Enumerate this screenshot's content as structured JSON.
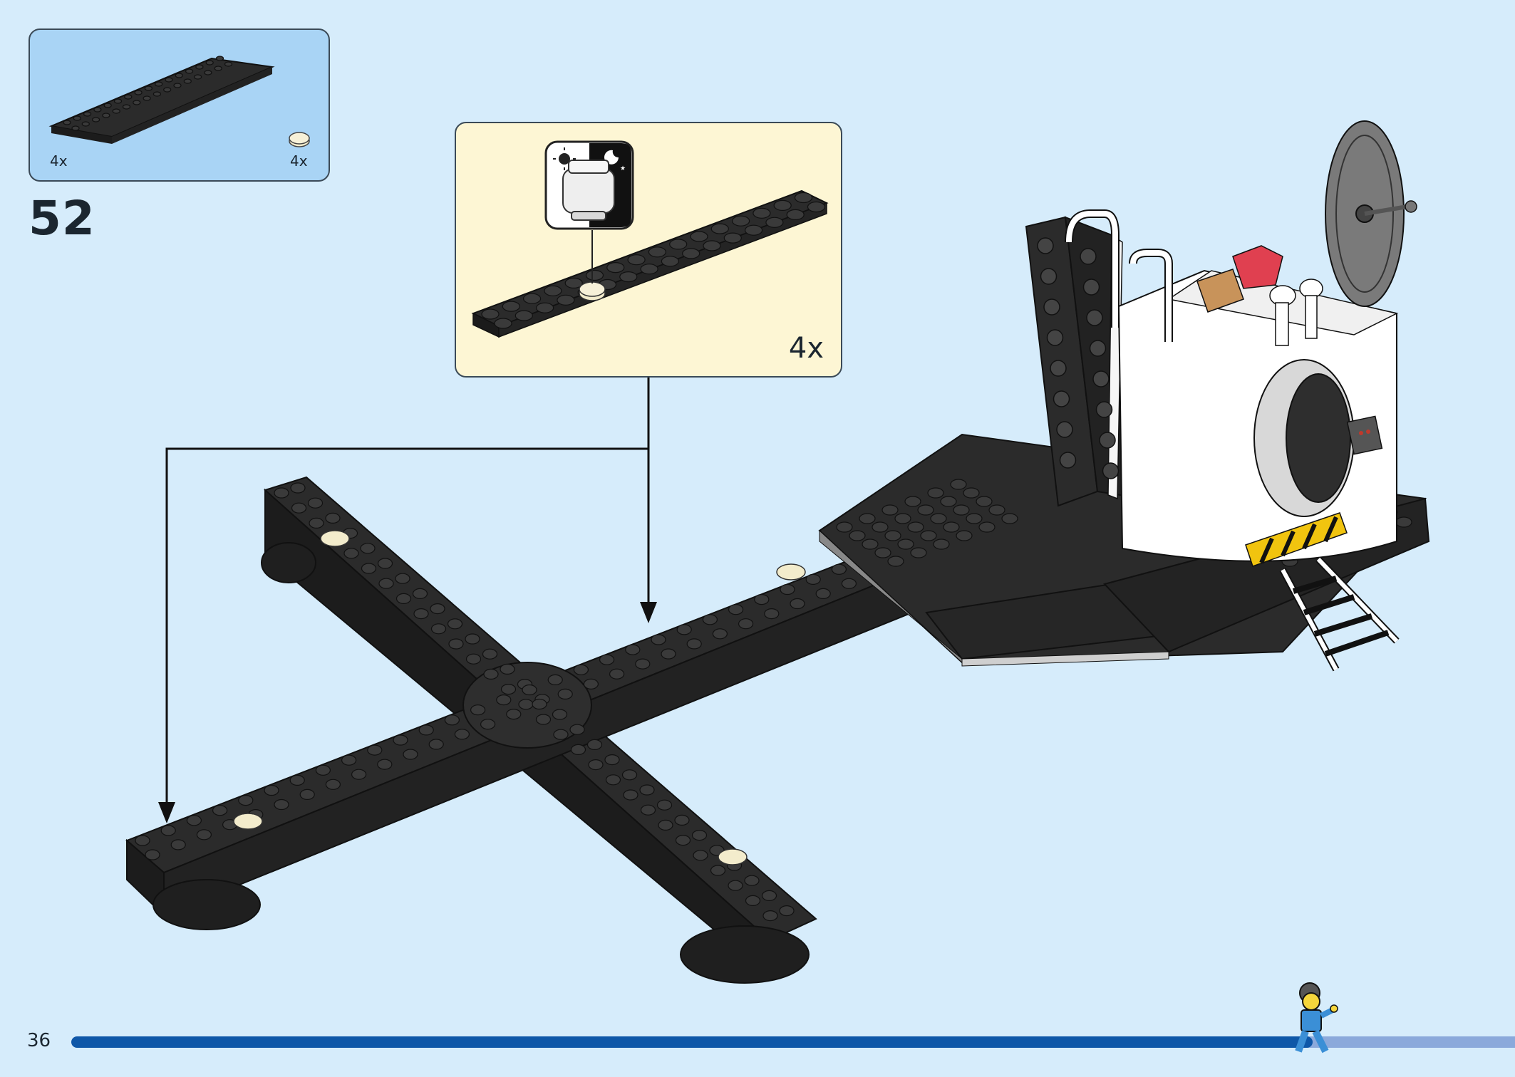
{
  "parts_list": {
    "items": [
      {
        "icon": "black-plate-2x16-icon",
        "quantity": "4x"
      },
      {
        "icon": "tan-round-tile-icon",
        "quantity": "4x"
      }
    ]
  },
  "step": {
    "number": "52"
  },
  "callout": {
    "quantity": "4x",
    "icon": "glow-in-the-dark-icon"
  },
  "page": {
    "number": "36"
  },
  "progress": {
    "fraction": 0.86
  },
  "colors": {
    "background": "#d6ecfb",
    "parts_box": "#a9d4f5",
    "callout_bg": "#fdf6d4",
    "brick_black": "#2b2b2b",
    "tile_tan": "#f3eccc",
    "progress_fill": "#0e57a8",
    "progress_track": "#8ba9db"
  }
}
